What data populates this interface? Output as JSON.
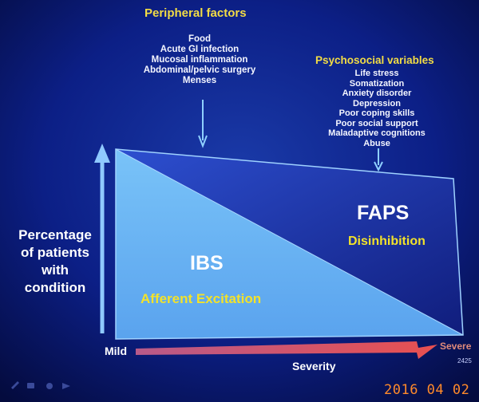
{
  "peripheral": {
    "title": "Peripheral factors",
    "items": [
      "Food",
      "Acute GI infection",
      "Mucosal inflammation",
      "Abdominal/pelvic surgery",
      "Menses"
    ]
  },
  "psychosocial": {
    "title": "Psychosocial variables",
    "items": [
      "Life stress",
      "Somatization",
      "Anxiety disorder",
      "Depression",
      "Poor coping skills",
      "Poor social support",
      "Maladaptive cognitions",
      "Abuse"
    ]
  },
  "y_axis_label": [
    "Percentage",
    "of patients",
    "with",
    "condition"
  ],
  "ibs": {
    "label": "IBS",
    "sublabel": "Afferent Excitation"
  },
  "faps": {
    "label": "FAPS",
    "sublabel": "Disinhibition"
  },
  "x_axis": {
    "min_label": "Mild",
    "max_label": "Severe",
    "title": "Severity"
  },
  "slide_code": "2425",
  "date_stamp": "2016 04 02",
  "colors": {
    "background": "#07125a",
    "light_region": "#6fb9f4",
    "dark_region": "#1c2c9c",
    "heading": "#f2dc45",
    "severity_arrow": "#e05a5a",
    "stamp": "#ff8a2a"
  }
}
